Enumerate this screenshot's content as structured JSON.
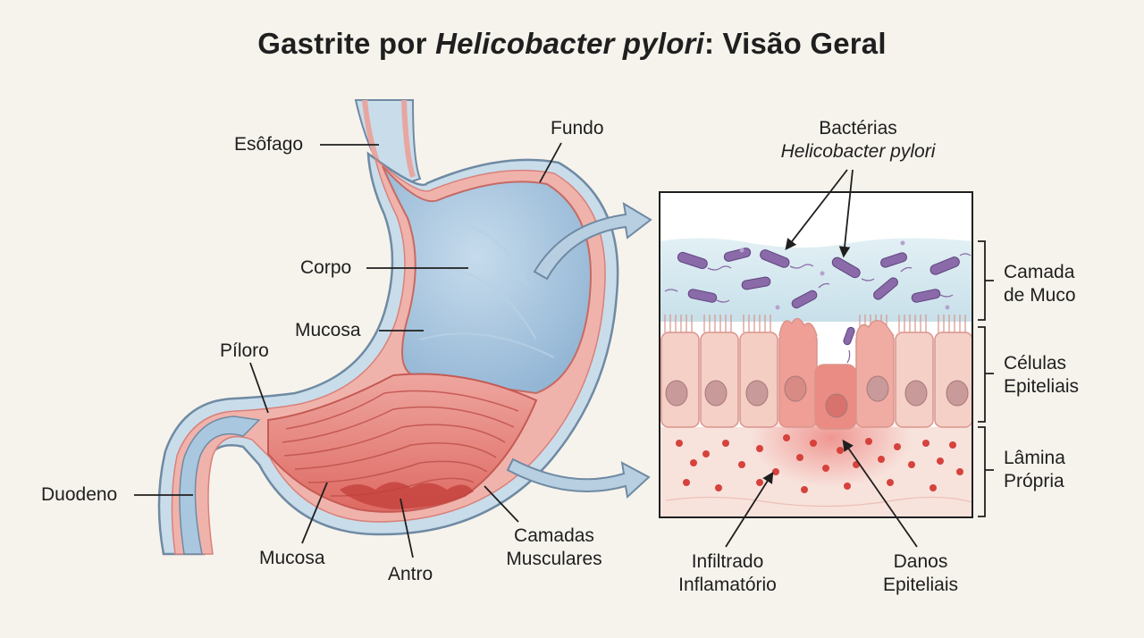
{
  "title": {
    "prefix": "Gastrite por ",
    "italic": "Helicobacter pylori",
    "suffix": ": Visão Geral"
  },
  "labels": {
    "esofago": "Esôfago",
    "fundo": "Fundo",
    "corpo": "Corpo",
    "mucosa_upper": "Mucosa",
    "piloro": "Píloro",
    "duodeno": "Duodeno",
    "mucosa_lower": "Mucosa",
    "antro": "Antro",
    "camadas_musculares_1": "Camadas",
    "camadas_musculares_2": "Musculares",
    "bacterias_1": "Bactérias",
    "bacterias_2": "Helicobacter pylori",
    "camada_muco_1": "Camada",
    "camada_muco_2": "de Muco",
    "celulas_1": "Células",
    "celulas_2": "Epiteliais",
    "lamina_1": "Lâmina",
    "lamina_2": "Própria",
    "infiltrado_1": "Infiltrado",
    "infiltrado_2": "Inflamatório",
    "danos_1": "Danos",
    "danos_2": "Epiteliais"
  },
  "colors": {
    "background": "#f6f3ec",
    "stomach_outer": "#c9dcea",
    "stomach_outline": "#6f8aa3",
    "mucosa_pink": "#e98f8a",
    "lumen_blue": "#9fc0dc",
    "inflamed_red": "#d9534f",
    "bacteria_purple": "#8a6aa8",
    "mucus_blue": "#cfe6ee",
    "epithelium_pink": "#f2c2b8",
    "lamina_pink": "#f8e2dc"
  }
}
